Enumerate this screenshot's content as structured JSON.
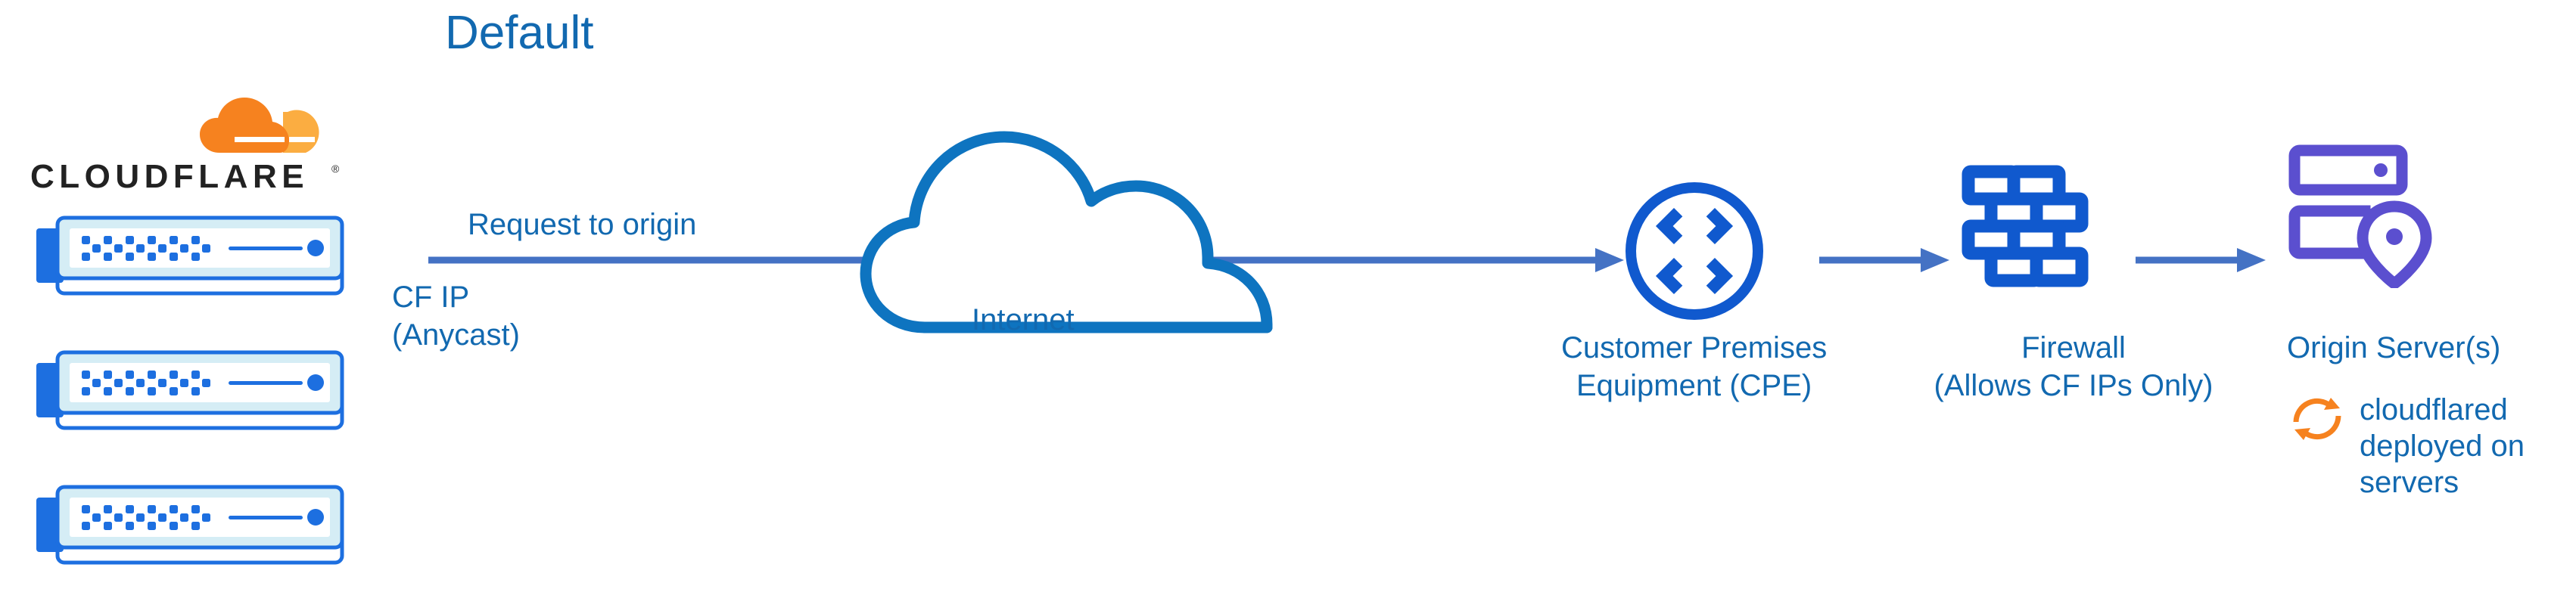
{
  "diagram": {
    "title": "Default",
    "type": "network-architecture-flow",
    "background_color": "#FFFFFF"
  },
  "colors": {
    "text_blue": "#1269B0",
    "icon_blue": "#1059CE",
    "arrow_blue": "#4472C4",
    "cloud_stroke_blue": "#0E74C0",
    "origin_purple": "#5B4FCF",
    "cloudflare_orange": "#F6821F",
    "cloudflare_orange_light": "#FBAD41",
    "wordmark_black": "#222222",
    "server_body_light": "#D5EDF5",
    "server_outline_blue": "#1D6FE0"
  },
  "brand": {
    "logo_name": "cloudflare-logo",
    "wordmark": "CLOUDFLARE",
    "trademark": "®"
  },
  "nodes": [
    {
      "id": "cf-edge-servers",
      "icon": "server-rack-icon",
      "count": 3,
      "labels": [
        "CF IP",
        "(Anycast)"
      ]
    },
    {
      "id": "internet",
      "icon": "cloud-icon",
      "label": "Internet"
    },
    {
      "id": "cpe",
      "icon": "router-icon",
      "labels": [
        "Customer Premises",
        "Equipment (CPE)"
      ]
    },
    {
      "id": "firewall",
      "icon": "brick-wall-icon",
      "labels": [
        "Firewall",
        "(Allows CF IPs Only)"
      ]
    },
    {
      "id": "origin",
      "icon": "origin-server-pin-icon",
      "labels": [
        "Origin Server(s)"
      ]
    }
  ],
  "labels": {
    "request_to_origin": "Request to origin",
    "cf_ip_line1": "CF IP",
    "cf_ip_line2": "(Anycast)",
    "internet": "Internet",
    "cpe_line1": "Customer Premises",
    "cpe_line2": "Equipment (CPE)",
    "firewall_line1": "Firewall",
    "firewall_line2": "(Allows CF IPs Only)",
    "origin_server": "Origin Server(s)",
    "cloudflared_note": "cloudflared deployed on servers"
  },
  "edges": [
    {
      "id": "edge-cf-to-cpe",
      "from": "cf-edge-servers",
      "to": "cpe",
      "label": "Request to origin",
      "passes_through": "internet",
      "arrowhead": true
    },
    {
      "id": "edge-cpe-to-firewall",
      "from": "cpe",
      "to": "firewall",
      "label": "",
      "arrowhead": true
    },
    {
      "id": "edge-firewall-to-origin",
      "from": "firewall",
      "to": "origin",
      "label": "",
      "arrowhead": true
    }
  ]
}
